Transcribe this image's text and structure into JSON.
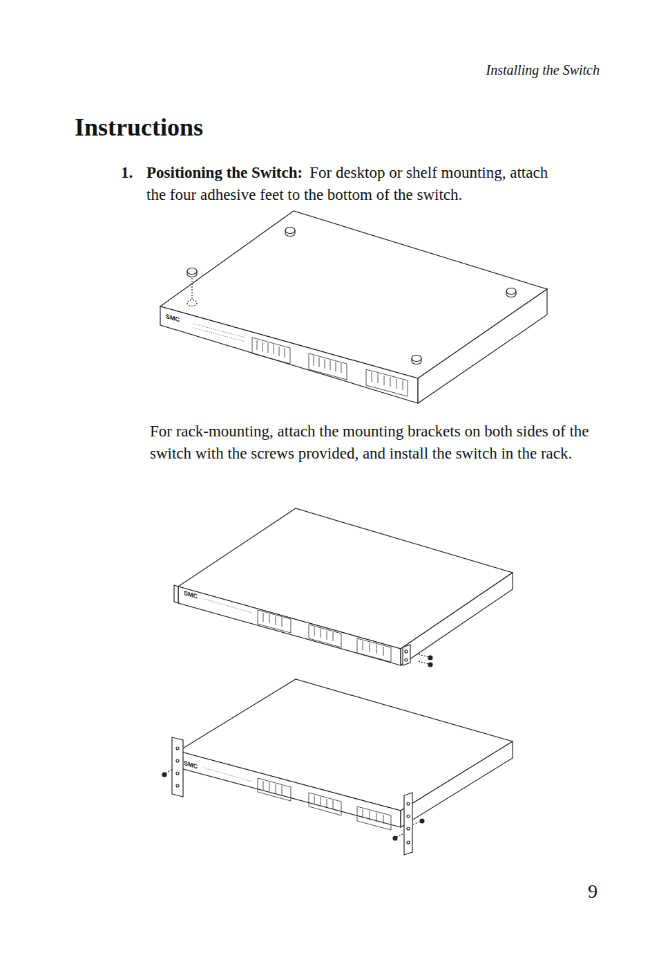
{
  "diagram": {
    "title": "Instructions",
    "labels": [
      "Installing the Switch",
      "1.",
      "Positioning the Switch:",
      "For desktop or shelf mounting, attach the four adhesive feet to the bottom of the switch.",
      "For rack-mounting, attach the mounting brackets on both sides of the switch with the screws provided, and install the switch in the rack.",
      "SMC",
      "SMC",
      "SMC",
      "9"
    ]
  }
}
